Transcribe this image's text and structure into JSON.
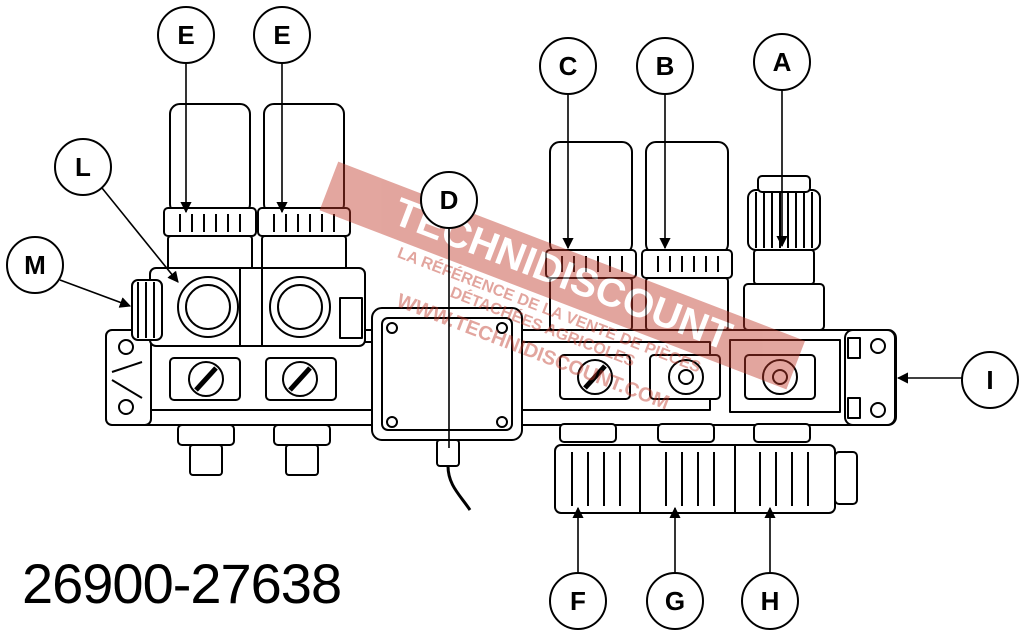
{
  "part_number": "26900-27638",
  "callouts": [
    {
      "id": "E1",
      "label": "E"
    },
    {
      "id": "E2",
      "label": "E"
    },
    {
      "id": "C",
      "label": "C"
    },
    {
      "id": "B",
      "label": "B"
    },
    {
      "id": "A",
      "label": "A"
    },
    {
      "id": "L",
      "label": "L"
    },
    {
      "id": "D",
      "label": "D"
    },
    {
      "id": "M",
      "label": "M"
    },
    {
      "id": "I",
      "label": "I"
    },
    {
      "id": "F",
      "label": "F"
    },
    {
      "id": "G",
      "label": "G"
    },
    {
      "id": "H",
      "label": "H"
    }
  ],
  "watermark": {
    "brand": "TECHNIDISCOUNT",
    "line1": "LA RÉFÉRENCE DE LA VENTE DE PIÈCES",
    "line2": "DÉTACHÉES AGRICOLES",
    "url": "WWW.TECHNIDISCOUNT.COM",
    "color": "#c0392b"
  }
}
